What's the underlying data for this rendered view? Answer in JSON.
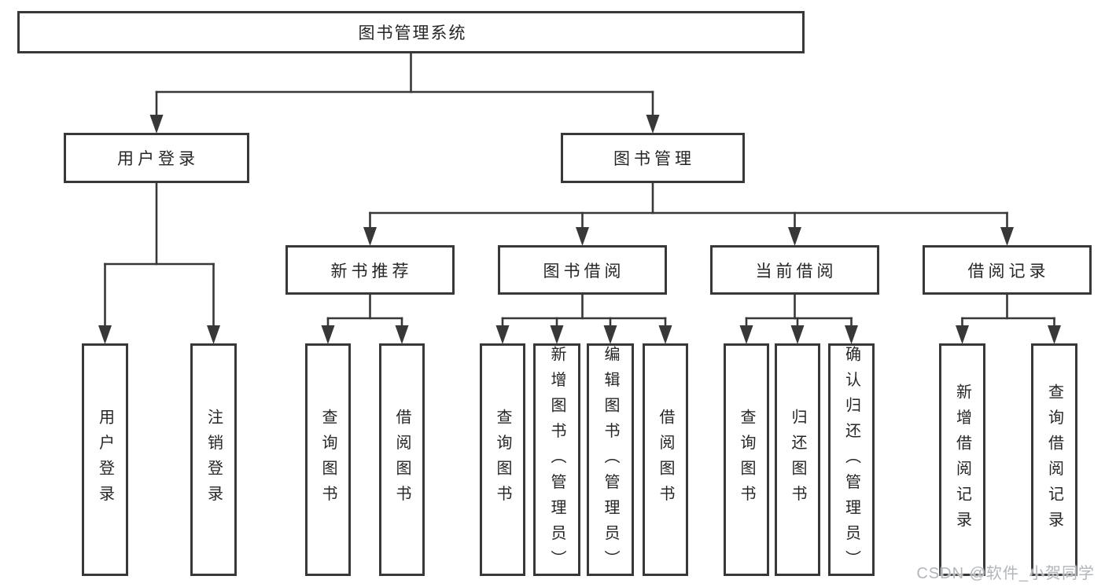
{
  "diagram": {
    "root": {
      "label": "图书管理系统"
    },
    "branches": [
      {
        "label": "用户登录",
        "children": [
          {
            "label": "用户登录"
          },
          {
            "label": "注销登录"
          }
        ]
      },
      {
        "label": "图书管理",
        "children": [
          {
            "label": "新书推荐",
            "children": [
              {
                "label": "查询图书"
              },
              {
                "label": "借阅图书"
              }
            ]
          },
          {
            "label": "图书借阅",
            "children": [
              {
                "label": "查询图书"
              },
              {
                "label": "新增图书（管理员）"
              },
              {
                "label": "编辑图书（管理员）"
              },
              {
                "label": "借阅图书"
              }
            ]
          },
          {
            "label": "当前借阅",
            "children": [
              {
                "label": "查询图书"
              },
              {
                "label": "归还图书"
              },
              {
                "label": "确认归还（管理员）"
              }
            ]
          },
          {
            "label": "借阅记录",
            "children": [
              {
                "label": "新增借阅记录"
              },
              {
                "label": "查询借阅记录"
              }
            ]
          }
        ]
      }
    ]
  },
  "colors": {
    "ink": "#383838",
    "watermark": "#b2b6bb"
  },
  "watermark": {
    "text": "CSDN @软件_小贺同学"
  }
}
